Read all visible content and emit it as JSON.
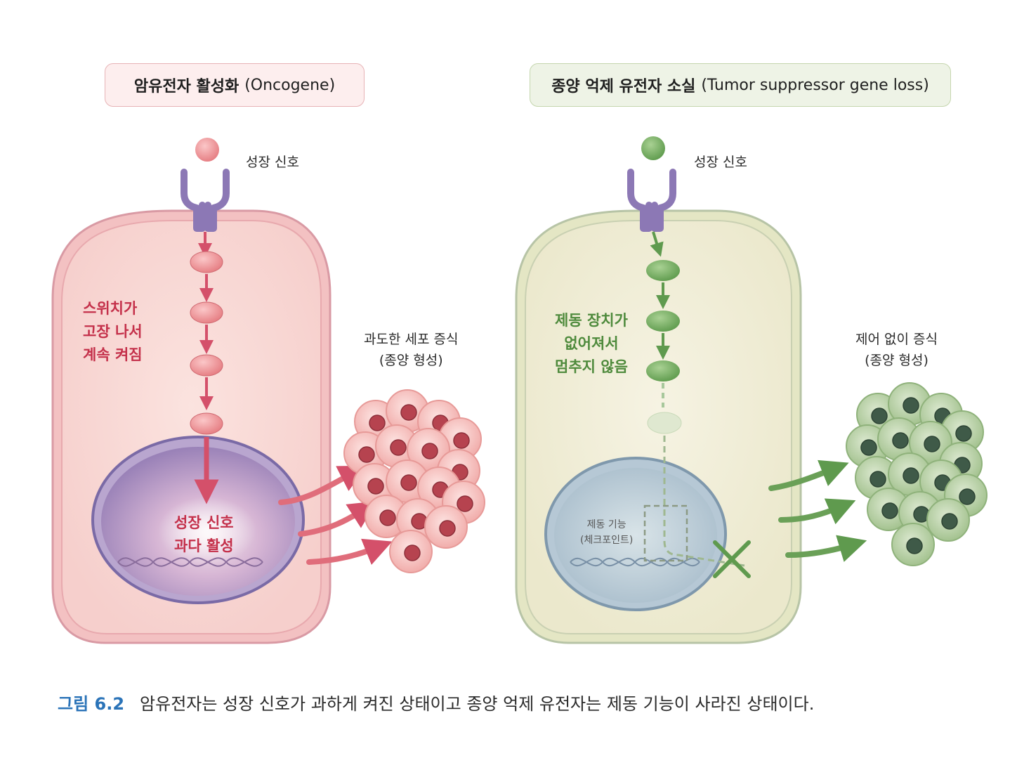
{
  "left_panel": {
    "title_ko": "암유전자 활성화",
    "title_en": "(Oncogene)",
    "signal_label": "성장 신호",
    "switch_label_lines": [
      "스위치가",
      "고장 나서",
      "계속 켜짐"
    ],
    "nucleus_label_lines": [
      "성장 신호",
      "과다 활성"
    ],
    "result_label_lines": [
      "과도한 세포 증식",
      "(종양 형성)"
    ],
    "colors": {
      "accent": "#c4304a",
      "membrane": "#f6c8c8",
      "molecule": "#ee8a8c",
      "receptor": "#8c78b5"
    }
  },
  "right_panel": {
    "title_ko": "종양 억제 유전자 소실",
    "title_en": "(Tumor suppressor gene loss)",
    "signal_label": "성장 신호",
    "brake_label_lines": [
      "제동 장치가",
      "없어져서",
      "멈추지 않음"
    ],
    "checkpoint_label_lines": [
      "제동 기능",
      "(체크포인트)"
    ],
    "result_label_lines": [
      "제어 없이 증식",
      "(종양 형성)"
    ],
    "colors": {
      "accent": "#4e8a3c",
      "membrane": "#e3e8c6",
      "molecule": "#6aa75a",
      "receptor": "#8c78b5"
    }
  },
  "caption": {
    "figure_number": "그림 6.2",
    "text": "암유전자는 성장 신호가 과하게 켜진 상태이고 종양 억제 유전자는 제동 기능이 사라진 상태이다."
  }
}
